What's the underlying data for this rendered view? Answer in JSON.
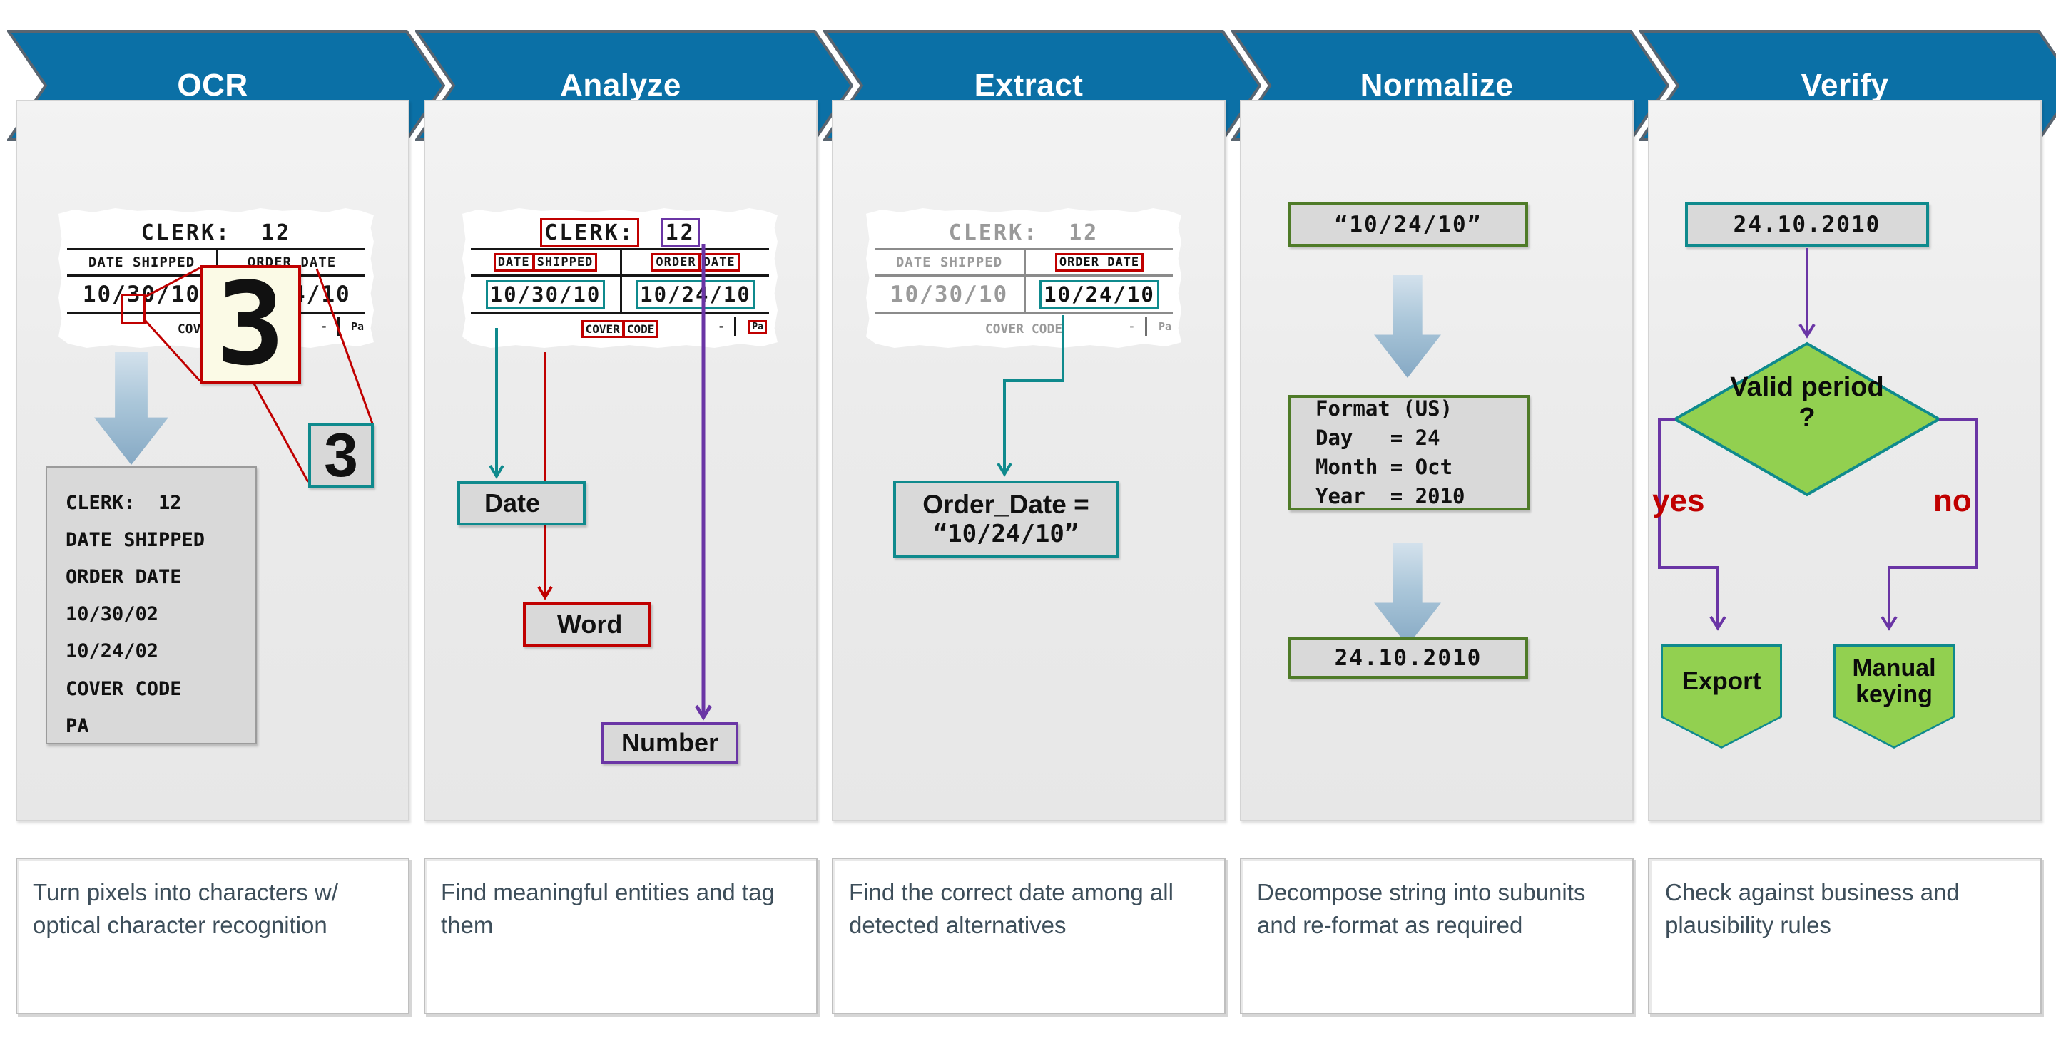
{
  "stages": [
    {
      "label": "OCR",
      "description": "Turn pixels into characters w/ optical character recognition"
    },
    {
      "label": "Analyze",
      "description": "Find meaningful entities and tag them"
    },
    {
      "label": "Extract",
      "description": "Find the correct date among all detected alternatives"
    },
    {
      "label": "Normalize",
      "description": "Decompose string into subunits and re-format as required"
    },
    {
      "label": "Verify",
      "description": "Check against business and plausibility rules"
    }
  ],
  "document": {
    "clerk_label": "CLERK:",
    "clerk_value": "12",
    "col1_header": "DATE SHIPPED",
    "col2_header": "ORDER DATE",
    "date_shipped": "10/30/10",
    "order_date": "10/24/10",
    "footer": "COVER CODE",
    "footer_dash": "-",
    "footer_right": "Pa"
  },
  "document_words": {
    "date": "DATE",
    "shipped": "SHIPPED",
    "order": "ORDER",
    "date2": "DATE",
    "cover": "COVER",
    "code": "CODE"
  },
  "ocr": {
    "magnified_char": "3",
    "recognized_char": "3",
    "output_lines": [
      "CLERK:  12",
      "DATE SHIPPED",
      "ORDER DATE",
      "10/30/02",
      "10/24/02",
      "COVER CODE",
      "PA"
    ]
  },
  "analyze": {
    "date_tag": "Date",
    "word_tag": "Word",
    "number_tag": "Number"
  },
  "extract": {
    "result_line1": "Order_Date =",
    "result_line2": "“10/24/10”"
  },
  "normalize": {
    "input": "“10/24/10”",
    "format_lines": [
      "Format (US)",
      "Day   = 24",
      "Month = Oct",
      "Year  = 2010"
    ],
    "output": "24.10.2010"
  },
  "verify": {
    "input": "24.10.2010",
    "condition": "Valid period ?",
    "yes_label": "yes",
    "no_label": "no",
    "export_label": "Export",
    "manual_label": "Manual keying"
  },
  "colors": {
    "chevron_blue": "#0b70a6",
    "chevron_border": "#5a6570",
    "tag_red": "#c00000",
    "tag_teal": "#0f8a8d",
    "tag_purple": "#6a35a5",
    "normalize_green_border": "#4f7b28",
    "node_green": "#92d050",
    "yes_no_red": "#c00000",
    "box_fill_gray": "#d9d9d9"
  }
}
